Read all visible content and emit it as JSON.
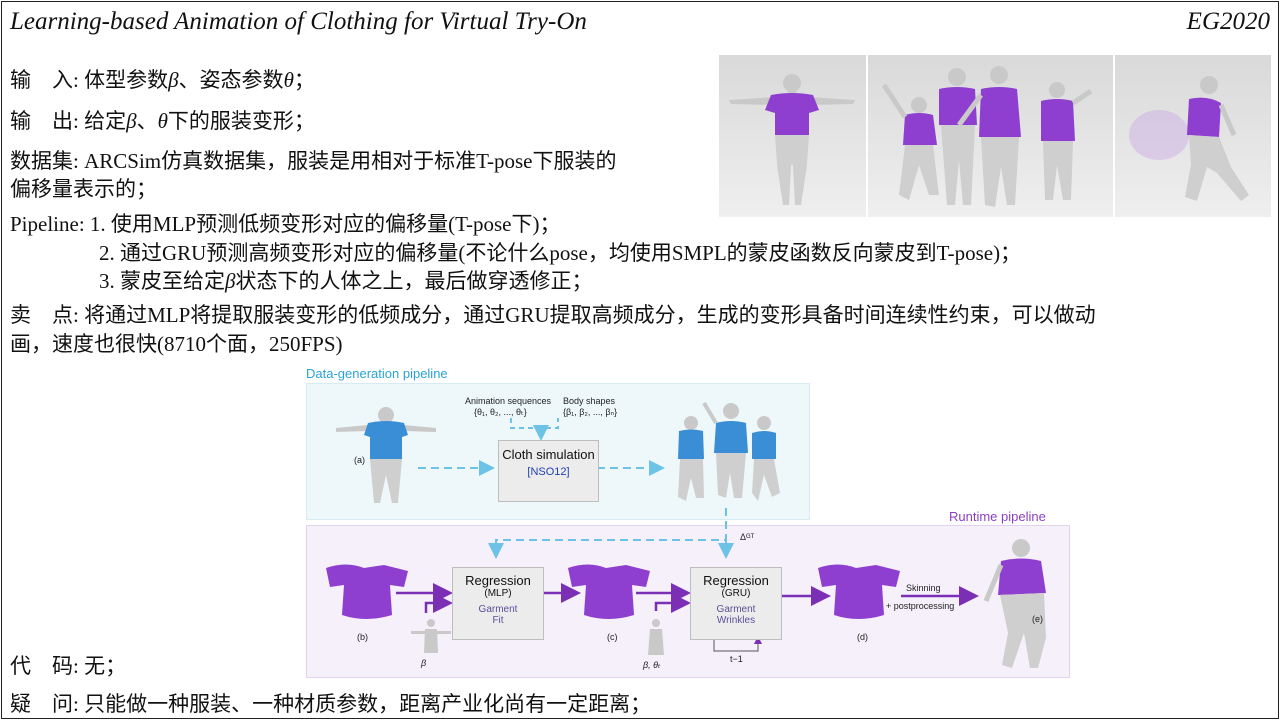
{
  "header": {
    "title": "Learning-based Animation of Clothing for Virtual Try-On",
    "venue": "EG2020"
  },
  "rows": {
    "input": {
      "label": "输　入:",
      "text_pre": " 体型参数",
      "beta": "β",
      "text_mid": "、姿态参数",
      "theta": "θ",
      "text_post": "；"
    },
    "output": {
      "label": "输　出:",
      "text_pre": " 给定",
      "beta": "β",
      "text_mid": "、",
      "theta": "θ",
      "text_post": "下的服装变形；"
    },
    "dataset": {
      "label": "数据集:",
      "line1": " ARCSim仿真数据集，服装是用相对于标准T-pose下服装的",
      "line2": "偏移量表示的；"
    },
    "pipeline": {
      "label": "Pipeline:",
      "step1": " 1. 使用MLP预测低频变形对应的偏移量(T-pose下)；",
      "step2": "2. 通过GRU预测高频变形对应的偏移量(不论什么pose，均使用SMPL的蒙皮函数反向蒙皮到T-pose)；",
      "step3_pre": "3. 蒙皮至给定",
      "step3_beta": "β",
      "step3_post": "状态下的人体之上，最后做穿透修正；"
    },
    "selling": {
      "label": "卖　点:",
      "line1": " 将通过MLP将提取服装变形的低频成分，通过GRU提取高频成分，生成的变形具备时间连续性约束，可以做动",
      "line2": "画，速度也很快(8710个面，250FPS)"
    },
    "code": {
      "label": "代　码:",
      "text": " 无；"
    },
    "question": {
      "label": "疑　问:",
      "text": " 只能做一种服装、一种材质参数，距离产业化尚有一定距离；"
    }
  },
  "figure": {
    "data_title": "Data-generation pipeline",
    "anim_label": "Animation sequences",
    "anim_set": "{θ₁, θ₂, ..., θₜ}",
    "body_label": "Body shapes",
    "body_set": "{β₁, β₂, ..., βₙ}",
    "cloth_box": "Cloth simulation",
    "cloth_ref": "[NSO12]",
    "label_a": "(a)",
    "delta": "Δᴳᵀ",
    "runtime_title": "Runtime pipeline",
    "reg1_title": "Regression",
    "reg1_sub": "(MLP)",
    "reg1_desc1": "Garment",
    "reg1_desc2": "Fit",
    "reg2_title": "Regression",
    "reg2_sub": "(GRU)",
    "reg2_desc1": "Garment",
    "reg2_desc2": "Wrinkles",
    "loop_label": "t−1",
    "beta_label": "β",
    "beta_theta_label": "β, θₜ",
    "skinning": "Skinning",
    "postproc": "+ postprocessing",
    "label_b": "(b)",
    "label_c": "(c)",
    "label_d": "(d)",
    "label_e": "(e)"
  },
  "colors": {
    "purple": "#8e3fd0",
    "blue": "#3a8ed6",
    "accent_blue": "#2aa3d9",
    "accent_purple": "#8a3fc9"
  }
}
